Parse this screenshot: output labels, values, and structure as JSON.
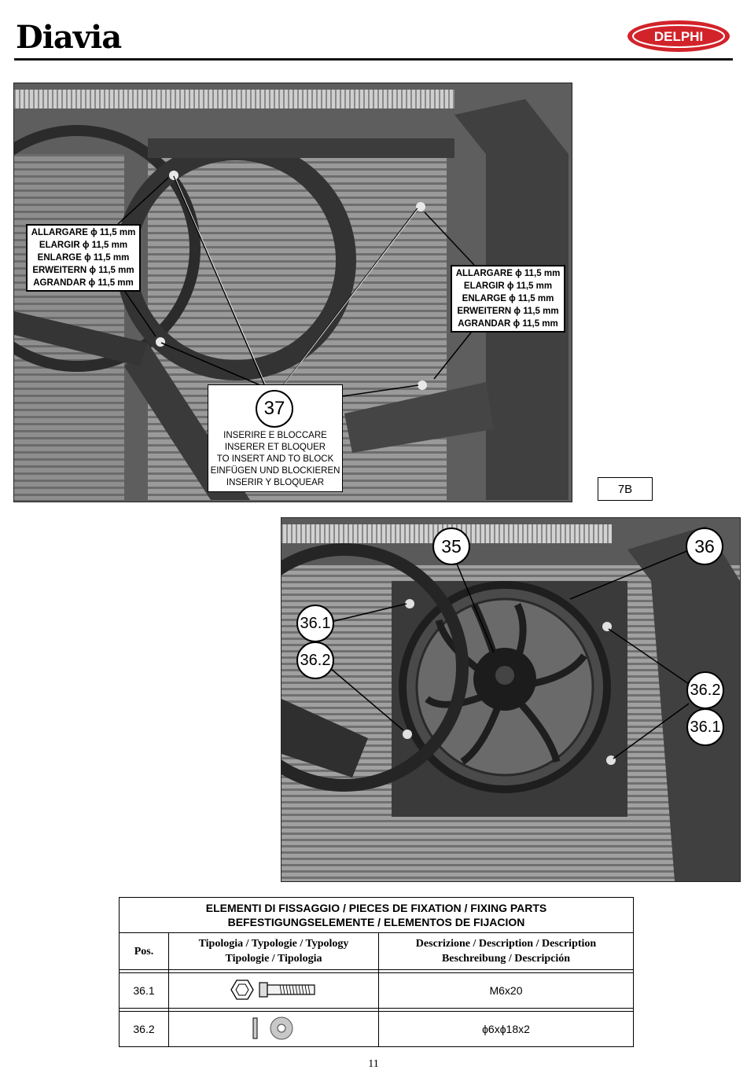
{
  "header": {
    "brand_left": "Diavia",
    "brand_right": "DELPHI"
  },
  "figure_7b": {
    "callout_left": [
      "ALLARGARE ϕ 11,5 mm",
      "ELARGIR ϕ 11,5 mm",
      "ENLARGE ϕ 11,5 mm",
      "ERWEITERN ϕ 11,5 mm",
      "AGRANDAR ϕ 11,5 mm"
    ],
    "callout_right": [
      "ALLARGARE ϕ 11,5 mm",
      "ELARGIR ϕ 11,5 mm",
      "ENLARGE ϕ 11,5 mm",
      "ERWEITERN ϕ 11,5 mm",
      "AGRANDAR ϕ 11,5 mm"
    ],
    "item_number": "37",
    "instructions": [
      "INSERIRE E BLOCCARE",
      "INSERER ET BLOQUER",
      "TO INSERT AND TO BLOCK",
      "EINFÜGEN UND BLOCKIEREN",
      "INSERIR Y BLOQUEAR"
    ],
    "figure_label": "7B"
  },
  "figure_2": {
    "labels": {
      "fan": "35",
      "shroud": "36",
      "left_upper": "36.1",
      "left_lower": "36.2",
      "right_upper": "36.2",
      "right_lower": "36.1"
    }
  },
  "parts_table": {
    "title_line1": "ELEMENTI DI FISSAGGIO / PIECES DE FIXATION / FIXING PARTS",
    "title_line2": "BEFESTIGUNGSELEMENTE / ELEMENTOS DE FIJACION",
    "col_pos": "Pos.",
    "col_type_line1": "Tipologia / Typologie / Typology",
    "col_type_line2": "Tipologie / Tipologia",
    "col_desc_line1": "Descrizione / Description / Description",
    "col_desc_line2": "Beschreibung / Descripción",
    "rows": [
      {
        "pos": "36.1",
        "icon": "hex-bolt-icon",
        "description": "M6x20"
      },
      {
        "pos": "36.2",
        "icon": "washer-icon",
        "description": "ϕ6xϕ18x2"
      }
    ]
  },
  "page_number": "11"
}
